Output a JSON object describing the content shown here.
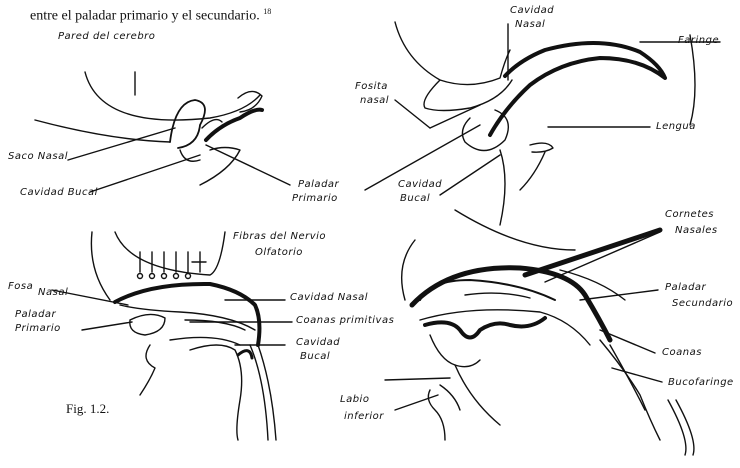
{
  "caption": {
    "text": "entre el paladar primario y el secundario.",
    "ref": "18"
  },
  "figure_label": "Fig. 1.2.",
  "labels": {
    "pared_cerebro": "Pared del cerebro",
    "saco_nasal": "Saco Nasal",
    "cavidad_bucal_1": "Cavidad Bucal",
    "paladar_primario_1a": "Paladar",
    "paladar_primario_1b": "Primario",
    "cavidad_nasal_2a": "Cavidad",
    "cavidad_nasal_2b": "Nasal",
    "faringe": "Faringe",
    "fosita_nasal_a": "Fosita",
    "fosita_nasal_b": "nasal",
    "lengua": "Lengua",
    "cavidad_bucal_2a": "Cavidad",
    "cavidad_bucal_2b": "Bucal",
    "fibras_a": "Fibras del Nervio",
    "fibras_b": "Olfatorio",
    "fosa_nasal_a": "Fosa",
    "fosa_nasal_b": "Nasal",
    "paladar_primario_3a": "Paladar",
    "paladar_primario_3b": "Primario",
    "cavidad_nasal_3": "Cavidad Nasal",
    "coanas_primitivas": "Coanas primitivas",
    "cavidad_bucal_3a": "Cavidad",
    "cavidad_bucal_3b": "Bucal",
    "cornetes_a": "Cornetes",
    "cornetes_b": "Nasales",
    "paladar_secundario_a": "Paladar",
    "paladar_secundario_b": "Secundario",
    "coanas": "Coanas",
    "bucofaringe": "Bucofaringe",
    "labio_a": "Labio",
    "labio_b": "inferior"
  }
}
